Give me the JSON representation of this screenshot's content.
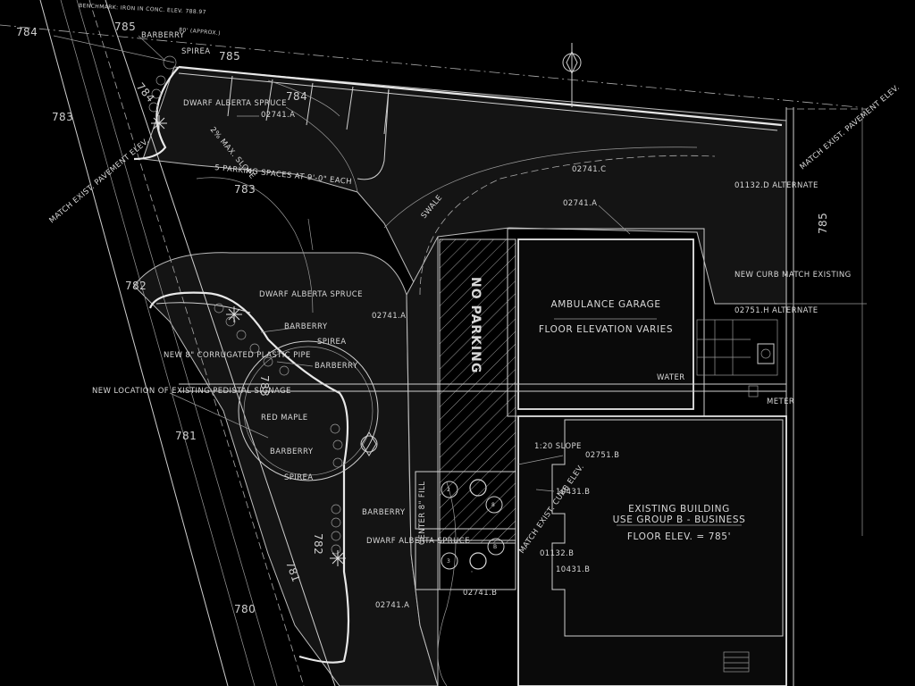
{
  "benchmark_note": "BENCHMARK: IRON IN CONC. ELEV. 788.97",
  "dimension_top": "80' (APPROX.)",
  "contours": {
    "c784a": "784",
    "c785a": "785",
    "c784b": "784",
    "c783a": "783",
    "c784c": "784",
    "c785b": "785",
    "c783b": "783",
    "c782": "782",
    "c781": "781",
    "c780": "780",
    "c783c": "783",
    "c782b": "782",
    "c781b": "781"
  },
  "plants": {
    "barberry_1": "BARBERRY",
    "spirea_1": "SPIREA",
    "dwarf_spruce_1": "DWARF ALBERTA SPRUCE",
    "dwarf_spruce_2": "DWARF ALBERTA SPRUCE",
    "barberry_2": "BARBERRY",
    "spirea_2": "SPIREA",
    "barberry_3": "BARBERRY",
    "red_maple": "RED MAPLE",
    "barberry_4": "BARBERRY",
    "spirea_3": "SPIREA",
    "barberry_5": "BARBERRY",
    "dwarf_spruce_3": "DWARF ALBERTA SPRUCE"
  },
  "codes": {
    "c02741a_1": "02741.A",
    "c02741c": "02741.C",
    "c02741a_2": "02741.A",
    "c02741a_3": "02741.A",
    "c01132d": "01132.D ALTERNATE",
    "c02751h": "02751.H ALTERNATE",
    "c02751b": "02751.B",
    "c10431b_1": "10431.B",
    "c01132b": "01132.B",
    "c10431b_2": "10431.B",
    "c02741b": "02741.B",
    "c02741a_4": "02741.A"
  },
  "notes": {
    "parking_spaces": "5 PARKING SPACES AT 9'-0\" EACH",
    "match_exist_left": "MATCH EXIST. PAVEMENT ELEV.",
    "match_exist_right": "MATCH EXIST. PAVEMENT ELEV.",
    "new_curb": "NEW CURB MATCH EXISTING",
    "new_pipe": "NEW 8\" CORRUGATED PLASTIC PIPE",
    "new_location": "NEW LOCATION OF EXISTING PEDISTAL SIGNAGE",
    "swale": "SWALE",
    "slope_1": "2% MAX. SLOPE",
    "slope_2": "1:20 SLOPE",
    "water": "WATER",
    "meter": "METER",
    "no_parking": "NO PARKING",
    "match_exist_curb": "MATCH EXIST. CURB ELEV.",
    "center_fill": "CENTER 8\" FILL"
  },
  "ambulance_garage": {
    "name": "AMBULANCE GARAGE",
    "elevation": "FLOOR ELEVATION VARIES"
  },
  "existing_building": {
    "name": "EXISTING BUILDING",
    "use_group": "USE GROUP B - BUSINESS",
    "elevation": "FLOOR ELEV. = 785'"
  },
  "callout_keys": {
    "k1": "2",
    "k2": "3",
    "k3": "8",
    "k4": "B"
  }
}
